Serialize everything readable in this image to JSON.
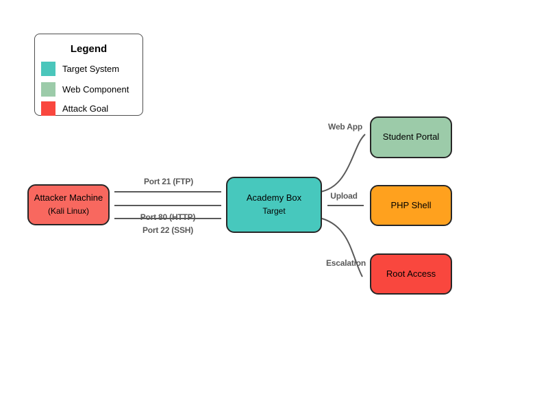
{
  "canvas": {
    "background": "#ffffff"
  },
  "legend": {
    "title": "Legend",
    "items": [
      {
        "label": "Target System",
        "color": "#4ac6bb"
      },
      {
        "label": "Web Component",
        "color": "#9ccba9"
      },
      {
        "label": "Attack Goal",
        "color": "#f9473e"
      }
    ]
  },
  "nodes": {
    "attacker": {
      "label": "Attacker Machine",
      "sublabel": "(Kali Linux)",
      "color": "#f8685f"
    },
    "academy": {
      "label": "Academy Box",
      "sublabel": "Target",
      "color": "#47c8bd"
    },
    "student_portal": {
      "label": "Student Portal",
      "color": "#9ccba9"
    },
    "php_shell": {
      "label": "PHP Shell",
      "color": "#ffa11e"
    },
    "root_access": {
      "label": "Root Access",
      "color": "#f9473e"
    }
  },
  "edges": {
    "ftp": "Port 21 (FTP)",
    "http": "Port 80 (HTTP)",
    "ssh": "Port 22 (SSH)",
    "web_app": "Web App",
    "upload": "Upload",
    "escalation": "Escalation"
  },
  "colors": {
    "connector": "#595959",
    "edge_label": "#595959",
    "node_border": "#262626"
  }
}
